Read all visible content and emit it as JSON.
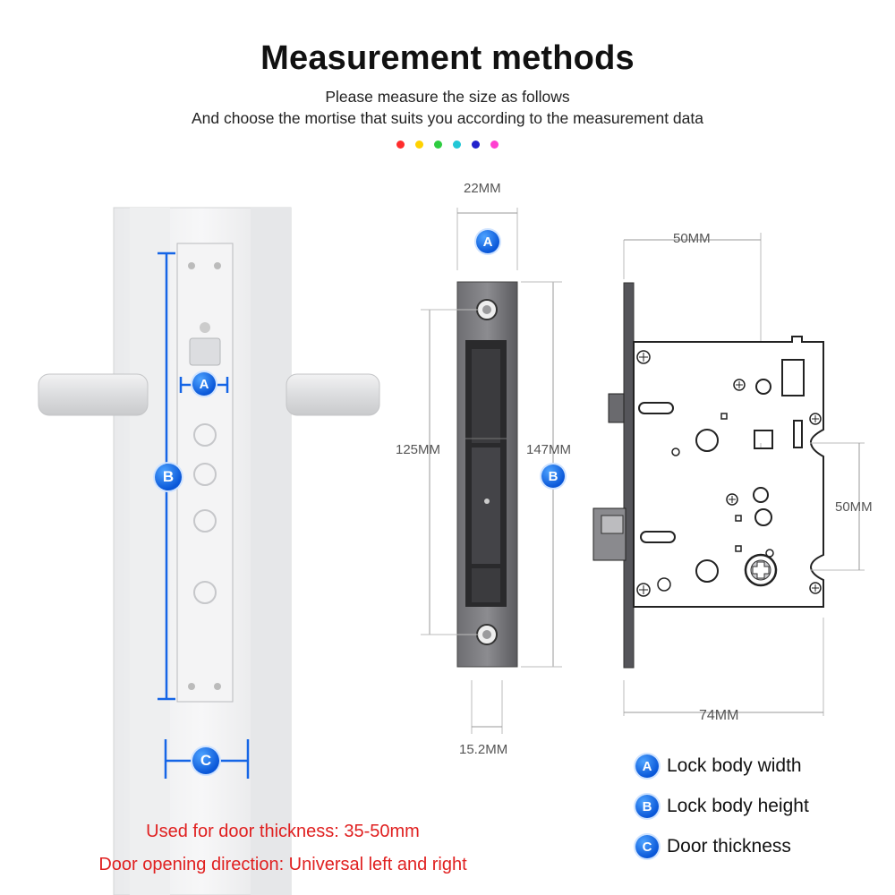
{
  "header": {
    "title": "Measurement methods",
    "line1": "Please measure the size as follows",
    "line2": "And choose the mortise that suits you according to the measurement data"
  },
  "dots": [
    {
      "color": "#ff2d2d"
    },
    {
      "color": "#ffd200"
    },
    {
      "color": "#2ecc40"
    },
    {
      "color": "#22c7d6"
    },
    {
      "color": "#2222cc"
    },
    {
      "color": "#ff3fd0"
    }
  ],
  "door": {
    "badge_a": "A",
    "badge_b": "B",
    "badge_c": "C"
  },
  "faceplate": {
    "width": "22MM",
    "inner_height": "125MM",
    "total_height": "147MM",
    "case_width": "15.2MM",
    "badge_a": "A",
    "badge_b": "B"
  },
  "lockbody": {
    "backset": "50MM",
    "spindle_distance": "50MM",
    "total_depth": "74MM"
  },
  "notes": {
    "thickness": "Used for door thickness: 35-50mm",
    "direction": "Door opening direction: Universal left and right"
  },
  "legend": [
    {
      "letter": "A",
      "label": "Lock body width"
    },
    {
      "letter": "B",
      "label": "Lock body height"
    },
    {
      "letter": "C",
      "label": "Door thickness"
    }
  ],
  "colors": {
    "accent_blue": "#1565e6",
    "note_red": "#e02020"
  }
}
